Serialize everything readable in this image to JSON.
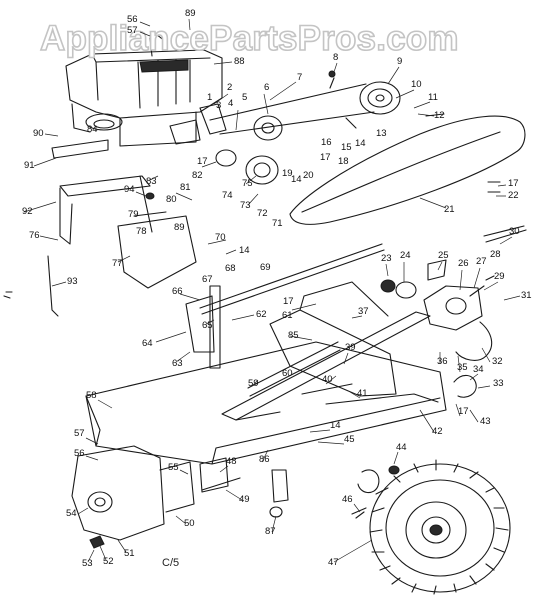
{
  "watermark": "AppliancePartsPros.com",
  "diagram_code": "C/5",
  "callouts": {
    "c1": "56",
    "c2": "57",
    "c3": "89",
    "c4": "88",
    "c5": "8",
    "c6": "9",
    "c7": "7",
    "c8": "10",
    "c9": "11",
    "c10": "12",
    "c11": "2",
    "c12": "1",
    "c13": "3",
    "c14": "4",
    "c15": "5",
    "c16": "6",
    "c17": "13",
    "c18": "14",
    "c19": "15",
    "c20": "16",
    "c21": "17",
    "c22": "18",
    "c23": "90",
    "c24": "84",
    "c25": "91",
    "c26": "17",
    "c27": "82",
    "c28": "83",
    "c29": "75",
    "c30": "74",
    "c31": "19",
    "c32": "14",
    "c33": "20",
    "c34": "21",
    "c35": "17",
    "c36": "22",
    "c37": "92",
    "c38": "94",
    "c39": "81",
    "c40": "80",
    "c41": "73",
    "c42": "72",
    "c43": "71",
    "c44": "79",
    "c45": "78",
    "c46": "89",
    "c47": "76",
    "c48": "70",
    "c49": "14",
    "c50": "77",
    "c51": "93",
    "c52": "69",
    "c53": "68",
    "c54": "67",
    "c55": "66",
    "c56": "65",
    "c57": "62",
    "c58": "64",
    "c59": "63",
    "c60": "17",
    "c61": "61",
    "c62": "23",
    "c63": "24",
    "c64": "25",
    "c65": "26",
    "c66": "27",
    "c67": "28",
    "c68": "30",
    "c69": "29",
    "c70": "31",
    "c71": "37",
    "c72": "85",
    "c73": "39",
    "c74": "36",
    "c75": "35",
    "c76": "32",
    "c77": "34",
    "c78": "33",
    "c79": "59",
    "c80": "60",
    "c81": "41",
    "c82": "40",
    "c83": "58",
    "c84": "17",
    "c85": "43",
    "c86": "42",
    "c87": "57",
    "c88": "56",
    "c89": "14",
    "c90": "45",
    "c91": "86",
    "c92": "44",
    "c93": "55",
    "c94": "48",
    "c95": "49",
    "c96": "46",
    "c97": "54",
    "c98": "50",
    "c99": "51",
    "c100": "53",
    "c101": "52",
    "c102": "87",
    "c103": "47"
  }
}
